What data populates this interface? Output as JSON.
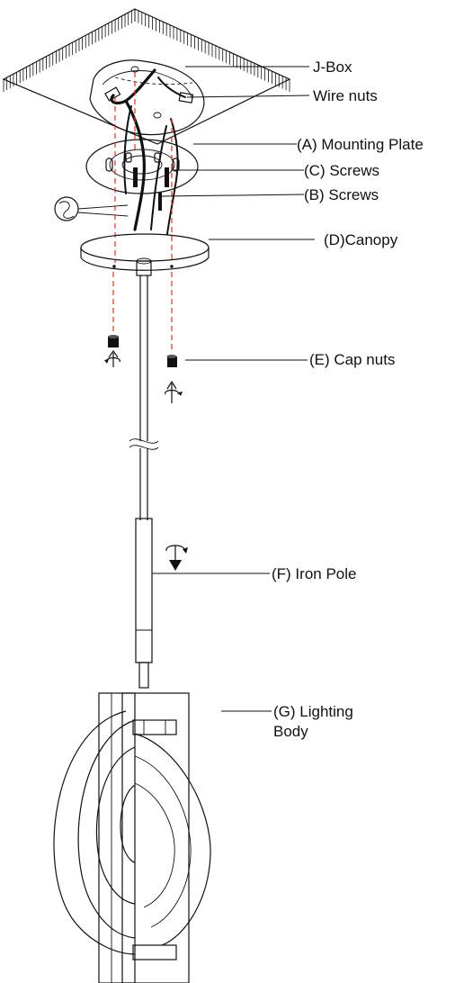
{
  "labels": {
    "jbox": "J-Box",
    "wire_nuts": "Wire nuts",
    "mounting_plate": "(A) Mounting Plate",
    "c_screws": "(C) Screws",
    "b_screws": "(B) Screws",
    "canopy": "(D)Canopy",
    "cap_nuts": "(E) Cap nuts",
    "iron_pole": "(F) Iron Pole",
    "lighting_body_line1": "(G) Lighting",
    "lighting_body_line2": "Body"
  },
  "colors": {
    "line": "#111111",
    "guide_dash": "#e03030",
    "background": "#ffffff"
  }
}
